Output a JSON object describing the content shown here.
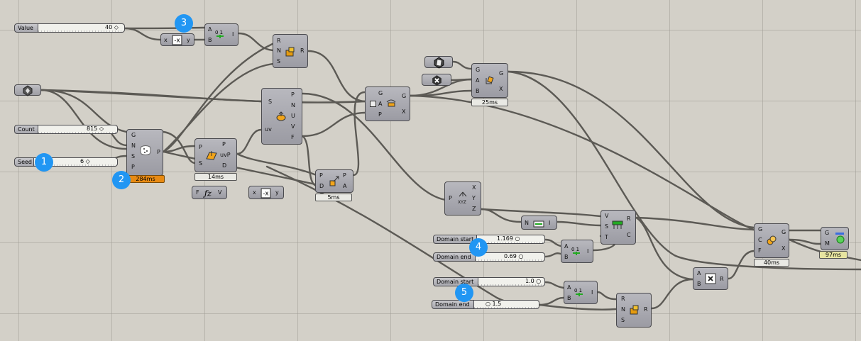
{
  "colors": {
    "canvas": "#d3d0c8",
    "node": "#a7a7ae",
    "wire": "#5c5a55",
    "badge": "#2196f3",
    "timer_warn": "#e88a12"
  },
  "sliders": {
    "value": {
      "name": "Value",
      "value": "40"
    },
    "count": {
      "name": "Count",
      "value": "815"
    },
    "seed": {
      "name": "Seed",
      "value": "6"
    },
    "domain_start_a": {
      "name": "Domain start",
      "value": "1.169"
    },
    "domain_end_a": {
      "name": "Domain end",
      "value": "0.69"
    },
    "domain_start_b": {
      "name": "Domain start",
      "value": "1.0"
    },
    "domain_end_b": {
      "name": "Domain end",
      "value": "1.5"
    }
  },
  "badges": [
    "1",
    "2",
    "3",
    "4",
    "5"
  ],
  "nodes": {
    "negate_top": {
      "in": "x",
      "out": "y",
      "icon": "negate-icon"
    },
    "larger_top": {
      "in": [
        "A",
        "B"
      ],
      "out": "I",
      "icon": "larger-than-icon"
    },
    "random_top": {
      "in": [
        "R",
        "N",
        "S"
      ],
      "out": "R",
      "icon": "random-icon"
    },
    "populate": {
      "in": [
        "G",
        "N",
        "S",
        "P"
      ],
      "out": "P",
      "timer": "284ms",
      "icon": "populate-geometry-icon"
    },
    "surface_cp": {
      "in": [
        "P",
        "S"
      ],
      "out": [
        "P",
        "uvP",
        "D"
      ],
      "timer": "14ms",
      "icon": "surface-closest-point-icon"
    },
    "evaluate_surface": {
      "in": [
        "S",
        "uv"
      ],
      "out": [
        "P",
        "N",
        "U",
        "V",
        "F"
      ],
      "icon": "evaluate-surface-icon"
    },
    "move": {
      "in": [
        "P",
        "D"
      ],
      "out": [
        "P",
        "A"
      ],
      "timer": "5ms",
      "icon": "move-icon"
    },
    "negate_mid": {
      "in": "x",
      "out": "y",
      "icon": "negate-icon"
    },
    "f_of_z": {
      "in": "F",
      "out": "V",
      "icon": "function-icon"
    },
    "orient": {
      "in": [
        "G",
        "A",
        "P"
      ],
      "out": [
        "G",
        "X"
      ],
      "icon": "orient-icon"
    },
    "rotate": {
      "in": [
        "G",
        "A",
        "B"
      ],
      "out": [
        "G",
        "X"
      ],
      "timer": "25ms",
      "icon": "rotate-icon"
    },
    "deconstruct": {
      "in": "P",
      "out": [
        "X",
        "Y",
        "Z"
      ],
      "sub": "XYZ",
      "icon": "deconstruct-point-icon"
    },
    "bounds": {
      "in": "N",
      "out": "I",
      "icon": "bounds-icon"
    },
    "remap": {
      "in": [
        "V",
        "S",
        "T"
      ],
      "out": [
        "R",
        "C"
      ],
      "icon": "remap-numbers-icon"
    },
    "larger_mid": {
      "in": [
        "A",
        "B"
      ],
      "out": "I",
      "icon": "larger-than-icon"
    },
    "larger_low": {
      "in": [
        "A",
        "B"
      ],
      "out": "I",
      "icon": "larger-than-icon"
    },
    "random_low": {
      "in": [
        "R",
        "N",
        "S"
      ],
      "out": "R",
      "icon": "random-icon"
    },
    "multiply": {
      "in": [
        "A",
        "B"
      ],
      "out": "R",
      "icon": "multiply-icon"
    },
    "scale": {
      "in": [
        "G",
        "C",
        "F"
      ],
      "out": [
        "G",
        "X"
      ],
      "timer": "40ms",
      "icon": "scale-icon"
    },
    "preview": {
      "in": [
        "G",
        "M"
      ],
      "timer": "97ms",
      "icon": "custom-preview-icon"
    }
  }
}
